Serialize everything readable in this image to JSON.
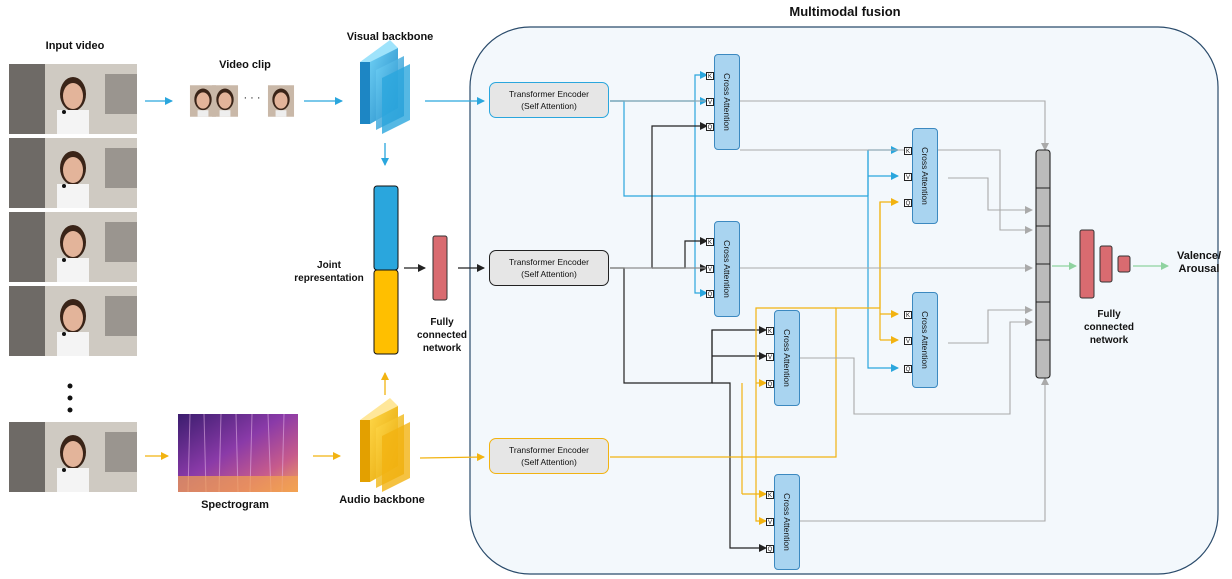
{
  "title": "Multimodal fusion",
  "labels": {
    "input_video": "Input video",
    "video_clip": "Video clip",
    "clip_ellipsis": "· · ·",
    "visual_backbone": "Visual backbone",
    "audio_backbone": "Audio backbone",
    "spectrogram": "Spectrogram",
    "joint_representation": "Joint representation",
    "fully_connected_network": "Fully connected network",
    "fully_connected_network_out": "Fully connected network",
    "output": "Valence/ Arousal",
    "vertical_dots": "⋮"
  },
  "encoders": {
    "visual": {
      "line1": "Transformer Encoder",
      "line2": "(Self Attention)"
    },
    "joint": {
      "line1": "Transformer Encoder",
      "line2": "(Self Attention)"
    },
    "audio": {
      "line1": "Transformer Encoder",
      "line2": "(Self Attention)"
    }
  },
  "cross_attention": {
    "label": "Cross Attention",
    "ports": [
      "K",
      "V",
      "Q"
    ]
  },
  "colors": {
    "visual": "#2aa6dd",
    "audio": "#f2b311",
    "joint": "#222222",
    "output": "#8fd3a0",
    "fc": "#d96b70",
    "cross_attention_fill": "#a9d4f0",
    "fusion_panel": "#f3f8fc"
  }
}
